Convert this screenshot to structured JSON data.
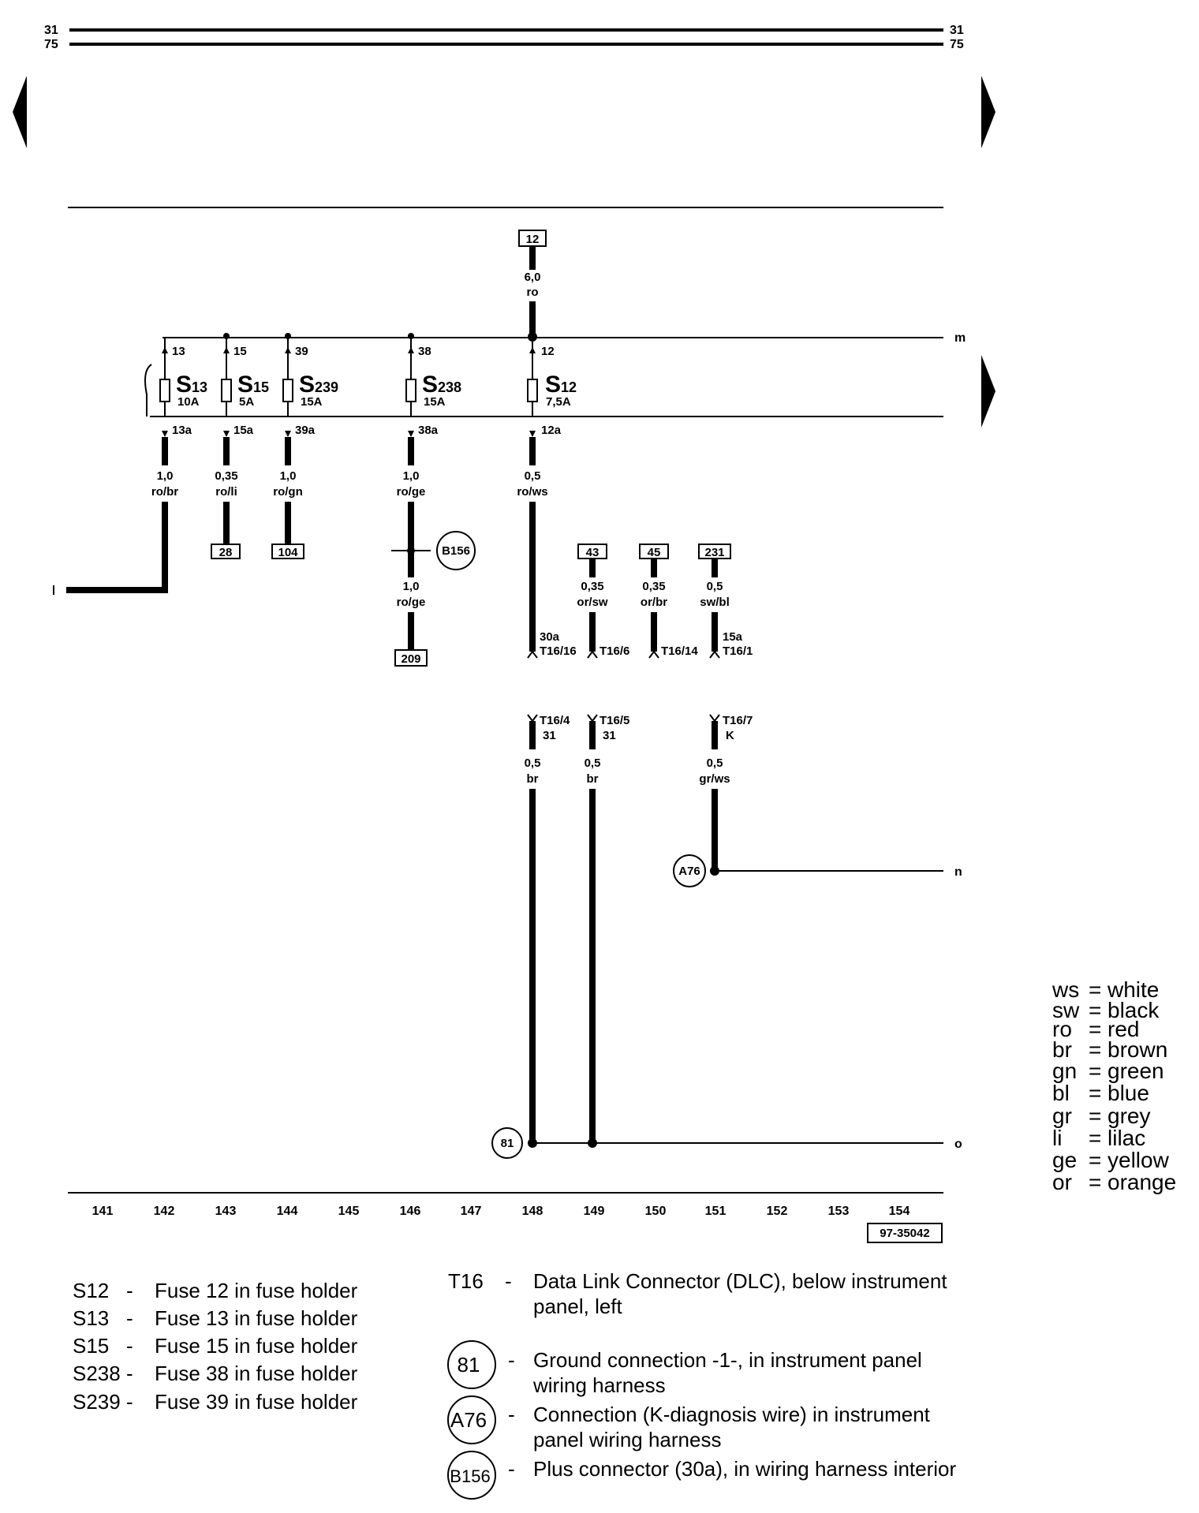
{
  "header": {
    "rail_top": "31",
    "rail_bottom": "75"
  },
  "rails": {
    "m": "m",
    "n": "n",
    "o": "o"
  },
  "fuses": [
    {
      "code": "S",
      "sub": "13",
      "rating": "10A",
      "in_label": "13",
      "out_label": "13a",
      "wire_size": "1,0",
      "wire_color": "ro/br"
    },
    {
      "code": "S",
      "sub": "15",
      "rating": "5A",
      "in_label": "15",
      "out_label": "15a",
      "wire_size": "0,35",
      "wire_color": "ro/li",
      "ref": "28"
    },
    {
      "code": "S",
      "sub": "239",
      "rating": "15A",
      "in_label": "39",
      "out_label": "39a",
      "wire_size": "1,0",
      "wire_color": "ro/gn",
      "ref": "104"
    },
    {
      "code": "S",
      "sub": "238",
      "rating": "15A",
      "in_label": "38",
      "out_label": "38a",
      "wire_size": "1,0",
      "wire_color": "ro/ge"
    },
    {
      "code": "S",
      "sub": "12",
      "rating": "7,5A",
      "in_label": "12",
      "out_label": "12a",
      "wire_size": "0,5",
      "wire_color": "ro/ws"
    }
  ],
  "feed": {
    "ref": "12",
    "wire_size": "6,0",
    "wire_color": "ro"
  },
  "s238_branch": {
    "connector": "B156",
    "wire_size": "1,0",
    "wire_color": "ro/ge",
    "ref": "209"
  },
  "dlc_top": {
    "s12_pin_a": "30a",
    "s12_pin_b": "T16/16",
    "wires": [
      {
        "ref": "43",
        "wire_size": "0,35",
        "wire_color": "or/sw",
        "pin": "T16/6"
      },
      {
        "ref": "45",
        "wire_size": "0,35",
        "wire_color": "or/br",
        "pin": "T16/14"
      },
      {
        "ref": "231",
        "wire_size": "0,5",
        "wire_color": "sw/bl",
        "pin_a": "15a",
        "pin_b": "T16/1"
      }
    ]
  },
  "dlc_bottom": [
    {
      "pin": "T16/4",
      "func": "31",
      "wire_size": "0,5",
      "wire_color": "br"
    },
    {
      "pin": "T16/5",
      "func": "31",
      "wire_size": "0,5",
      "wire_color": "br"
    },
    {
      "pin": "T16/7",
      "func": "K",
      "wire_size": "0,5",
      "wire_color": "gr/ws"
    }
  ],
  "ground_connectors": {
    "a76": "A76",
    "g81": "81"
  },
  "columns": [
    "141",
    "142",
    "143",
    "144",
    "145",
    "146",
    "147",
    "148",
    "149",
    "150",
    "151",
    "152",
    "153",
    "154"
  ],
  "doc_code": "97-35042",
  "color_legend": [
    {
      "code": "ws",
      "name": "white"
    },
    {
      "code": "sw",
      "name": "black"
    },
    {
      "code": "ro",
      "name": "red"
    },
    {
      "code": "br",
      "name": "brown"
    },
    {
      "code": "gn",
      "name": "green"
    },
    {
      "code": "bl",
      "name": "blue"
    },
    {
      "code": "gr",
      "name": "grey"
    },
    {
      "code": "li",
      "name": "lilac"
    },
    {
      "code": "ge",
      "name": "yellow"
    },
    {
      "code": "or",
      "name": "orange"
    }
  ],
  "component_legend": [
    {
      "code": "S12",
      "desc": "Fuse 12 in fuse holder"
    },
    {
      "code": "S13",
      "desc": "Fuse 13 in fuse holder"
    },
    {
      "code": "S15",
      "desc": "Fuse 15 in fuse holder"
    },
    {
      "code": "S238",
      "desc": "Fuse 38 in fuse holder"
    },
    {
      "code": "S239",
      "desc": "Fuse 39 in fuse holder"
    }
  ],
  "connector_legend": {
    "t16_code": "T16",
    "t16_desc_1": "Data Link Connector (DLC), below instrument",
    "t16_desc_2": "panel, left",
    "items": [
      {
        "symbol": "81",
        "desc_1": "Ground connection -1-, in instrument panel",
        "desc_2": "wiring harness"
      },
      {
        "symbol": "A76",
        "desc_1": "Connection (K-diagnosis wire) in instrument",
        "desc_2": "panel wiring harness"
      },
      {
        "symbol": "B156",
        "desc_1": "Plus connector (30a), in wiring harness interior",
        "desc_2": ""
      }
    ]
  }
}
